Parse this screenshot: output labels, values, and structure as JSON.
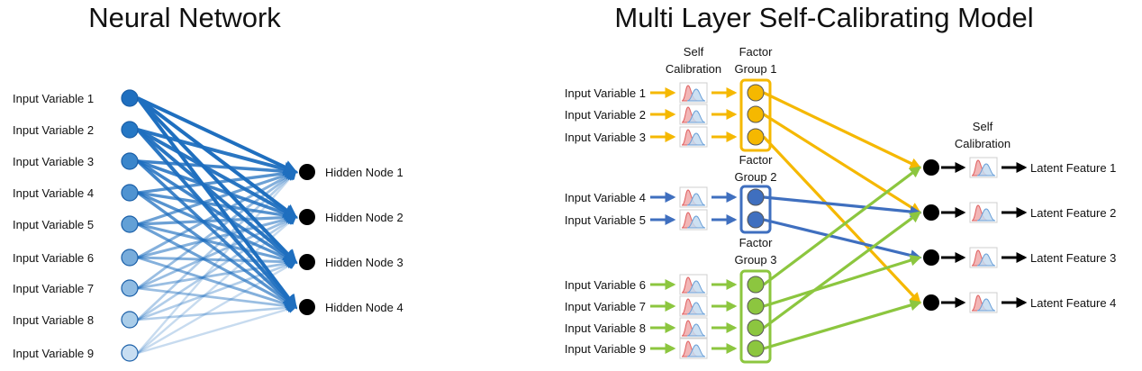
{
  "left": {
    "title": "Neural Network",
    "inputs": [
      "Input Variable 1",
      "Input Variable 2",
      "Input Variable 3",
      "Input Variable 4",
      "Input Variable 5",
      "Input Variable 6",
      "Input Variable 7",
      "Input Variable 8",
      "Input Variable 9"
    ],
    "hidden": [
      "Hidden Node 1",
      "Hidden Node 2",
      "Hidden Node 3",
      "Hidden Node 4"
    ]
  },
  "right": {
    "title": "Multi Layer Self-Calibrating Model",
    "self_calibration_label": [
      "Self",
      "Calibration"
    ],
    "groups": [
      {
        "label": [
          "Factor",
          "Group 1"
        ],
        "color": "#f5b800",
        "inputs": [
          "Input Variable 1",
          "Input Variable 2",
          "Input Variable 3"
        ]
      },
      {
        "label": [
          "Factor",
          "Group 2"
        ],
        "color": "#3f6fbf",
        "inputs": [
          "Input Variable 4",
          "Input Variable 5"
        ]
      },
      {
        "label": [
          "Factor",
          "Group 3"
        ],
        "color": "#8cc63f",
        "inputs": [
          "Input Variable 6",
          "Input Variable 7",
          "Input Variable 8",
          "Input Variable 9"
        ]
      }
    ],
    "latent": [
      "Latent Feature 1",
      "Latent Feature 2",
      "Latent Feature 3",
      "Latent Feature 4"
    ]
  },
  "colors": {
    "nn_blue": "#1f6fbf",
    "node_black": "#000000",
    "dist_red": "#e06060",
    "dist_blue": "#6aa0d8"
  }
}
